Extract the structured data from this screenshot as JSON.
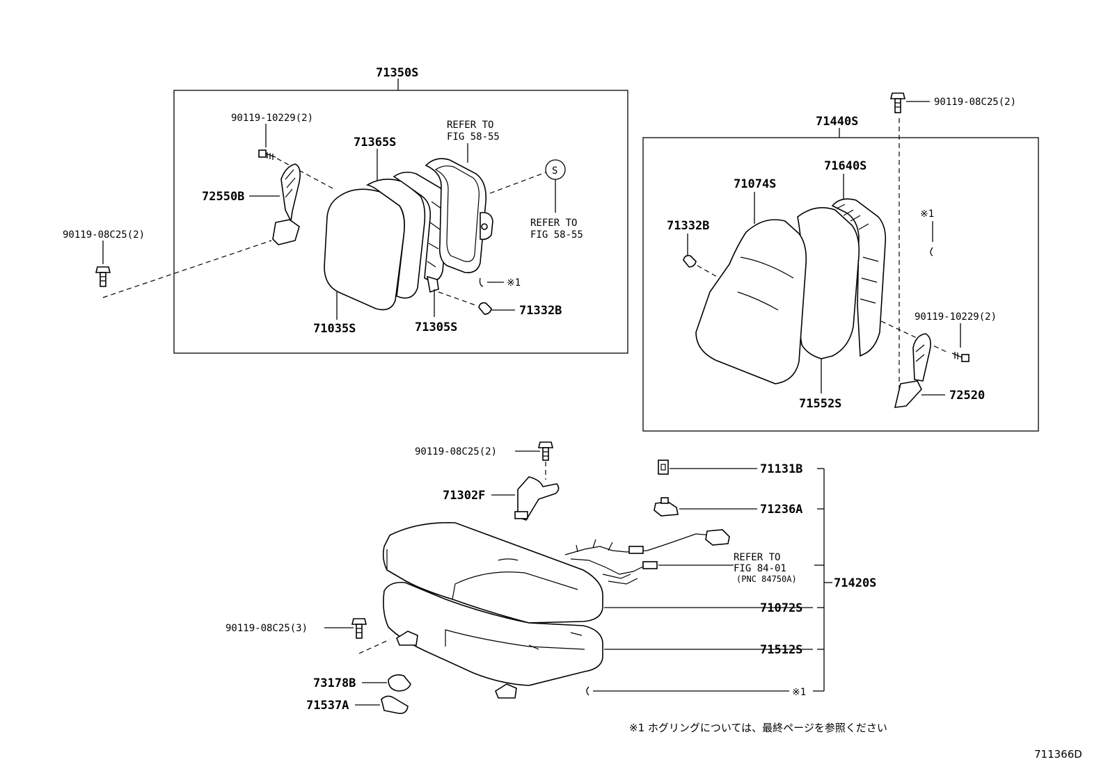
{
  "labels": {
    "group_71350S": "71350S",
    "bolt_left_a": "90119-10229(2)",
    "bolt_left_b": "90119-08C25(2)",
    "p72550B": "72550B",
    "p71365S": "71365S",
    "refer_a_1": "REFER TO",
    "refer_a_2": "FIG 58-55",
    "refer_b_1": "REFER TO",
    "refer_b_2": "FIG 58-55",
    "s_mark": "S",
    "mark1_left": "※1",
    "p71035S": "71035S",
    "p71305S": "71305S",
    "p71332B_left": "71332B",
    "group_71440S": "71440S",
    "bolt_right_top": "90119-08C25(2)",
    "p71640S": "71640S",
    "p71074S": "71074S",
    "p71332B_right": "71332B",
    "mark1_right": "※1",
    "bolt_right_b": "90119-10229(2)",
    "p71552S": "71552S",
    "p72520": "72520",
    "bolt_cushion_top": "90119-08C25(2)",
    "p71302F": "71302F",
    "p71131B": "71131B",
    "p71236A": "71236A",
    "refer_c_1": "REFER TO",
    "refer_c_2": "FIG 84-01",
    "refer_c_3": "(PNC 84750A)",
    "group_71420S": "71420S",
    "p71072S": "71072S",
    "bolt_cushion_left": "90119-08C25(3)",
    "p71512S": "71512S",
    "p73178B": "73178B",
    "p71537A": "71537A",
    "mark1_bottom": "※1",
    "footnote": "※1 ホグリングについては、最終ページを参照ください",
    "figure_id": "711366D"
  }
}
